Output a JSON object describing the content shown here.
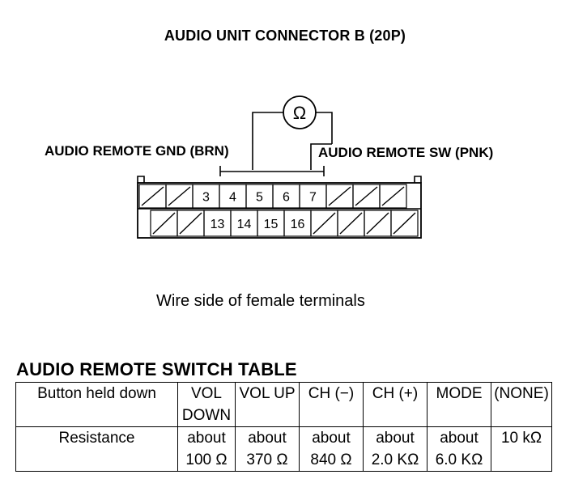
{
  "title": "AUDIO UNIT CONNECTOR B (20P)",
  "meter_symbol": "Ω",
  "labels": {
    "gnd": "AUDIO REMOTE GND (BRN)",
    "sw": "AUDIO REMOTE SW (PNK)"
  },
  "connector": {
    "top_row": [
      "",
      "",
      "3",
      "4",
      "5",
      "6",
      "7",
      "",
      "",
      ""
    ],
    "bottom_row": [
      "",
      "",
      "13",
      "14",
      "15",
      "16",
      "",
      "",
      "",
      ""
    ]
  },
  "caption": "Wire side of female terminals",
  "table": {
    "title": "AUDIO REMOTE SWITCH TABLE",
    "header_label": "Button held down",
    "row_label": "Resistance",
    "columns": [
      {
        "button": [
          "VOL",
          "DOWN"
        ],
        "resistance": [
          "about",
          "100 Ω"
        ]
      },
      {
        "button": [
          "VOL UP"
        ],
        "resistance": [
          "about",
          "370 Ω"
        ]
      },
      {
        "button": [
          "CH (−)"
        ],
        "resistance": [
          "about",
          "840 Ω"
        ]
      },
      {
        "button": [
          "CH (+)"
        ],
        "resistance": [
          "about",
          "2.0 KΩ"
        ]
      },
      {
        "button": [
          "MODE"
        ],
        "resistance": [
          "about",
          "6.0 KΩ"
        ]
      },
      {
        "button": [
          "(NONE)"
        ],
        "resistance": [
          "10 kΩ"
        ]
      }
    ]
  }
}
